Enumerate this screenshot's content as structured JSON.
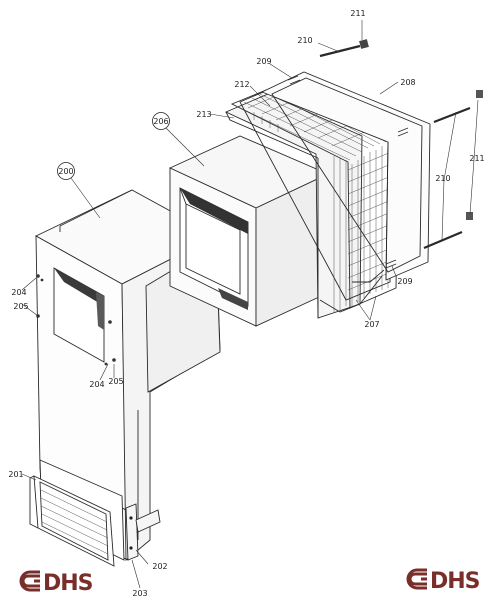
{
  "callouts": {
    "c200": "200",
    "c201": "201",
    "c202": "202",
    "c203": "203",
    "c204a": "204",
    "c205a": "205",
    "c204b": "204",
    "c205b": "205",
    "c206": "206",
    "c207": "207",
    "c208": "208",
    "c209a": "209",
    "c209b": "209",
    "c210a": "210",
    "c210b": "210",
    "c211a": "211",
    "c211b": "211",
    "c212": "212",
    "c213": "213"
  },
  "logos": {
    "left": "DHS",
    "right": "DHS"
  },
  "colors": {
    "line": "#2a2a2a",
    "logo": "#7a2e2a",
    "background": "#ffffff"
  }
}
